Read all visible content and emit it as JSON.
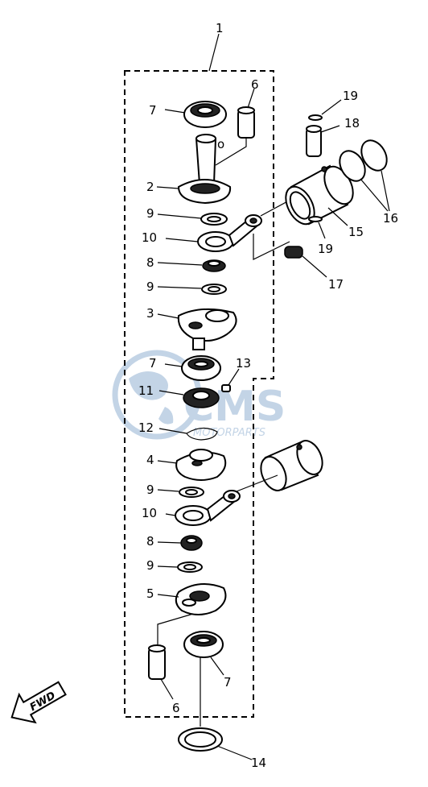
{
  "callouts": {
    "c1": "1",
    "c2": "2",
    "c3": "3",
    "c4": "4",
    "c5": "5",
    "c6a": "6",
    "c6b": "6",
    "c7a": "7",
    "c7b": "7",
    "c7c": "7",
    "c8a": "8",
    "c8b": "8",
    "c9a": "9",
    "c9b": "9",
    "c9c": "9",
    "c9d": "9",
    "c10a": "10",
    "c10b": "10",
    "c11": "11",
    "c12": "12",
    "c13": "13",
    "c14": "14",
    "c15": "15",
    "c16": "16",
    "c17": "17",
    "c18": "18",
    "c19a": "19",
    "c19b": "19"
  },
  "fwd_arrow": {
    "label": "FWD"
  },
  "watermark": {
    "brand": "CMS",
    "sub": "MOTORPARTS"
  },
  "colors": {
    "line": "#000000",
    "watermark": "#b9cde2"
  }
}
